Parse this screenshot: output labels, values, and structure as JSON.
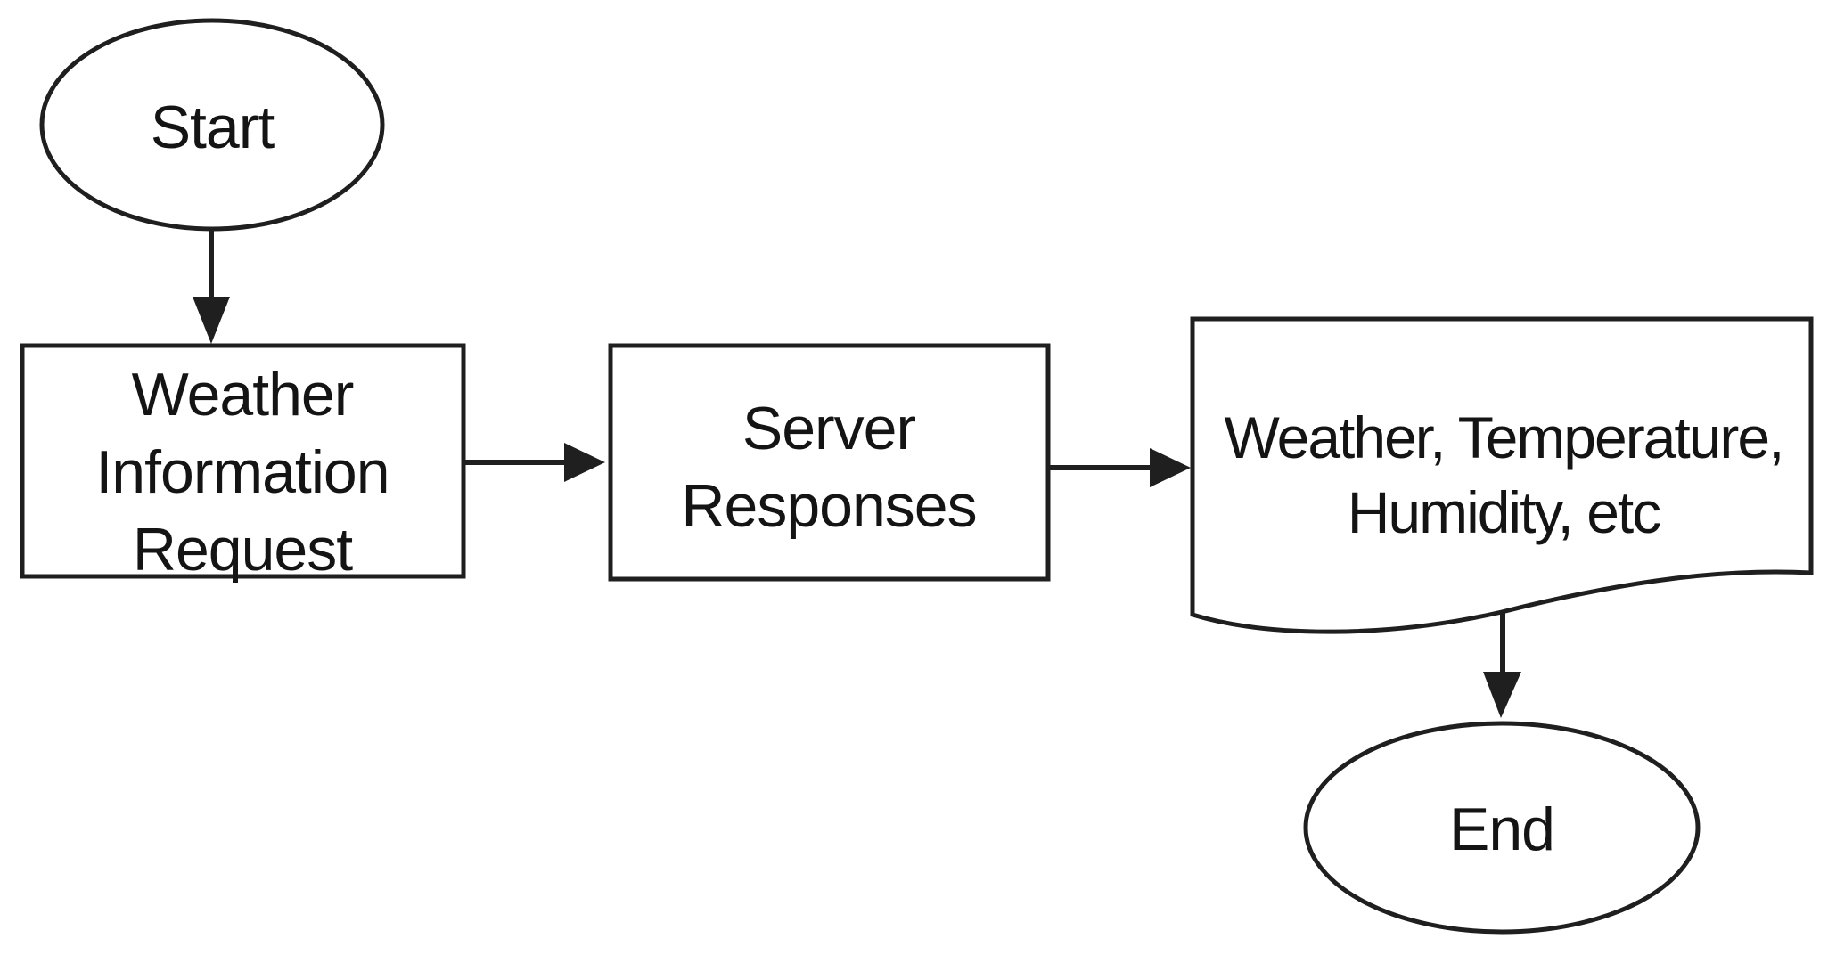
{
  "diagram_type": "flowchart",
  "title": "Weather information request flow",
  "colors": {
    "stroke": "#1f1f1f",
    "text": "#141414",
    "background": "#ffffff",
    "shape_fill": "#ffffff"
  },
  "nodes": [
    {
      "id": "start",
      "shape": "terminator-ellipse",
      "lines": [
        "Start"
      ]
    },
    {
      "id": "weather-information-request",
      "shape": "process-rectangle",
      "lines": [
        "Weather",
        "Information",
        "Request"
      ]
    },
    {
      "id": "server-responses",
      "shape": "process-rectangle",
      "lines": [
        "Server",
        "Responses"
      ]
    },
    {
      "id": "weather-data-output",
      "shape": "document",
      "lines": [
        "Weather, Temperature,",
        "Humidity, etc"
      ]
    },
    {
      "id": "end",
      "shape": "terminator-ellipse",
      "lines": [
        "End"
      ]
    }
  ],
  "edges": [
    {
      "from": "start",
      "to": "weather-information-request",
      "direction": "down"
    },
    {
      "from": "weather-information-request",
      "to": "server-responses",
      "direction": "right"
    },
    {
      "from": "server-responses",
      "to": "weather-data-output",
      "direction": "right"
    },
    {
      "from": "weather-data-output",
      "to": "end",
      "direction": "down"
    }
  ]
}
